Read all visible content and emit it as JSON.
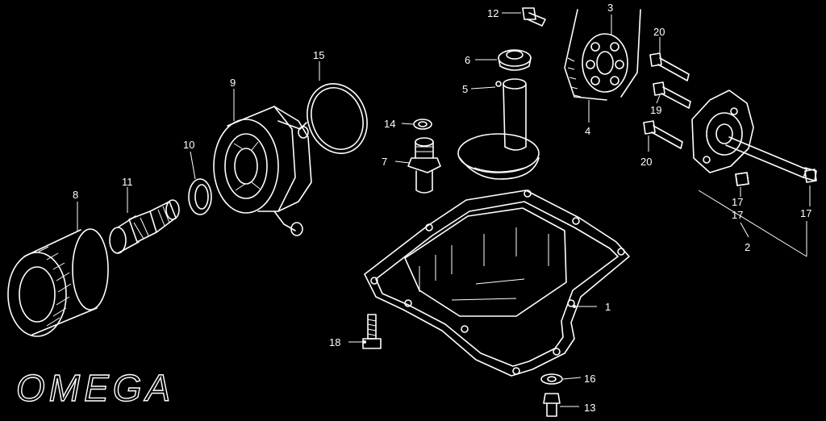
{
  "logo": {
    "text": "OMEGA"
  },
  "callouts": {
    "c1": "1",
    "c2": "2",
    "c3": "3",
    "c4": "4",
    "c5": "5",
    "c6": "6",
    "c7": "7",
    "c8": "8",
    "c9": "9",
    "c10": "10",
    "c11": "11",
    "c12": "12",
    "c13": "13",
    "c14": "14",
    "c15": "15",
    "c16": "16",
    "c17a": "17",
    "c17b": "17",
    "c17c": "17",
    "c18": "18",
    "c19": "19",
    "c20a": "20",
    "c20b": "20"
  }
}
